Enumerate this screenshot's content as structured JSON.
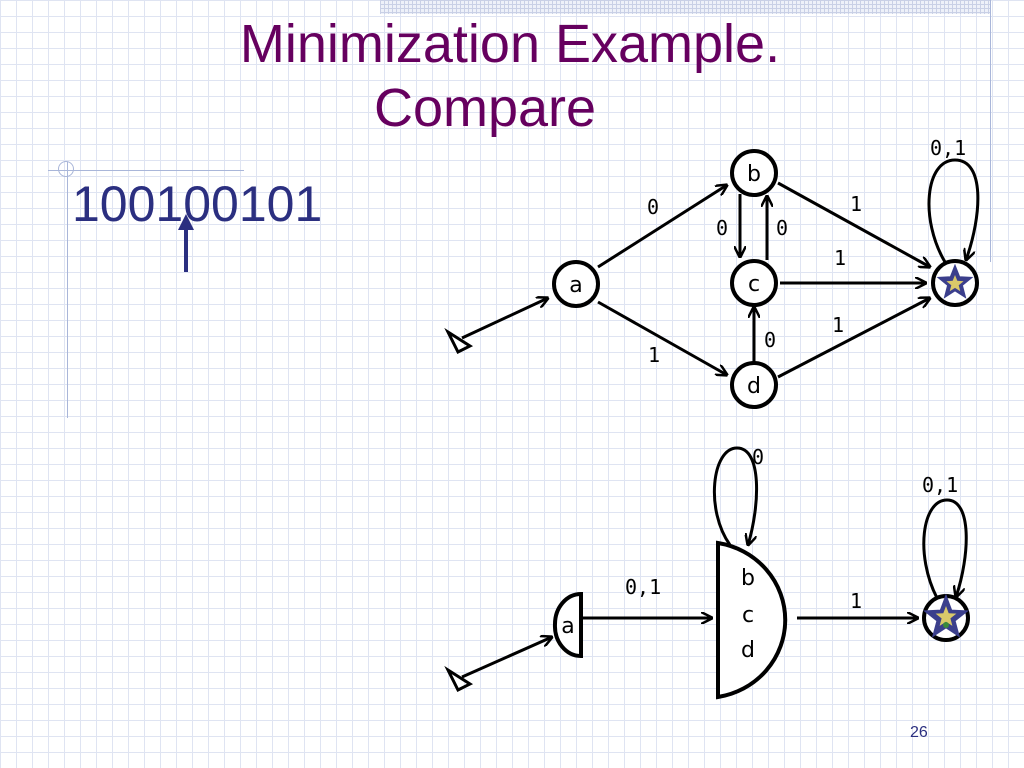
{
  "slide": {
    "title_line1": "Minimization Example.",
    "title_line2": "Compare",
    "input_string": "100100101",
    "page_number": "26"
  },
  "colors": {
    "title": "#66005f",
    "body_text": "#2b2f80",
    "star_fill": "#3b3f8c",
    "star_inner": "#d9c96a"
  },
  "original_dfa": {
    "states": {
      "a": "a",
      "b": "b",
      "c": "c",
      "d": "d"
    },
    "edges": {
      "a_b": "0",
      "a_d": "1",
      "b_c": "0",
      "c_b": "0",
      "d_c": "0",
      "b_f": "1",
      "c_f": "1",
      "d_f": "1",
      "f_loop": "0,1"
    }
  },
  "minimized_dfa": {
    "states": {
      "a": "a",
      "bcd_1": "b",
      "bcd_2": "c",
      "bcd_3": "d"
    },
    "edges": {
      "a_bcd": "0,1",
      "bcd_f": "1",
      "bcd_loop": "0",
      "f_loop": "0,1"
    }
  }
}
